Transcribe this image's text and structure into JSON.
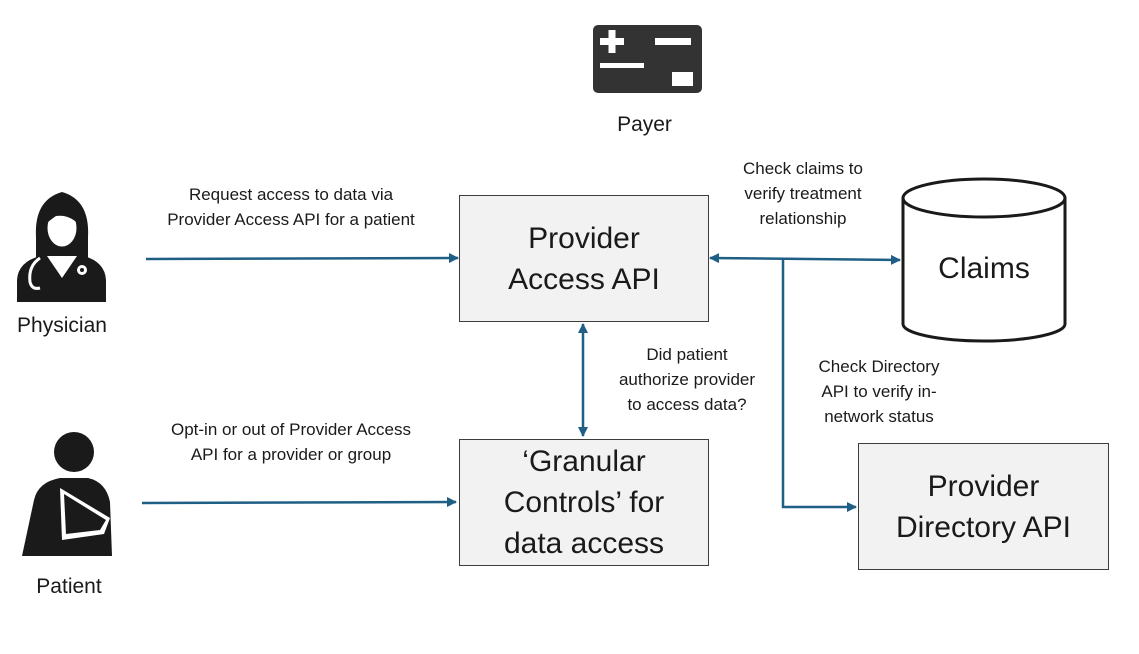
{
  "diagram": {
    "actors": {
      "payer": "Payer",
      "physician": "Physician",
      "patient": "Patient"
    },
    "boxes": {
      "provider_access_api": [
        "Provider",
        "Access API"
      ],
      "granular_controls": [
        "‘Granular",
        "Controls’ for",
        "data access"
      ],
      "provider_directory_api": [
        "Provider",
        "Directory API"
      ],
      "claims": "Claims"
    },
    "annotations": {
      "physician_request": [
        "Request access to data via",
        "Provider Access API for a patient"
      ],
      "patient_opt": [
        "Opt-in or out of Provider Access",
        "API for a provider or group"
      ],
      "authorization_check": [
        "Did patient",
        "authorize provider",
        "to access data?"
      ],
      "claims_check": [
        "Check claims to",
        "verify treatment",
        "relationship"
      ],
      "directory_check": [
        "Check Directory",
        "API to verify in-",
        "network status"
      ]
    },
    "colors": {
      "arrow": "#1f5f86",
      "box_fill": "#f2f2f2",
      "icon": "#2f2f2f"
    },
    "icons": [
      "payer-card-icon",
      "physician-icon",
      "patient-icon",
      "claims-database-icon"
    ]
  }
}
